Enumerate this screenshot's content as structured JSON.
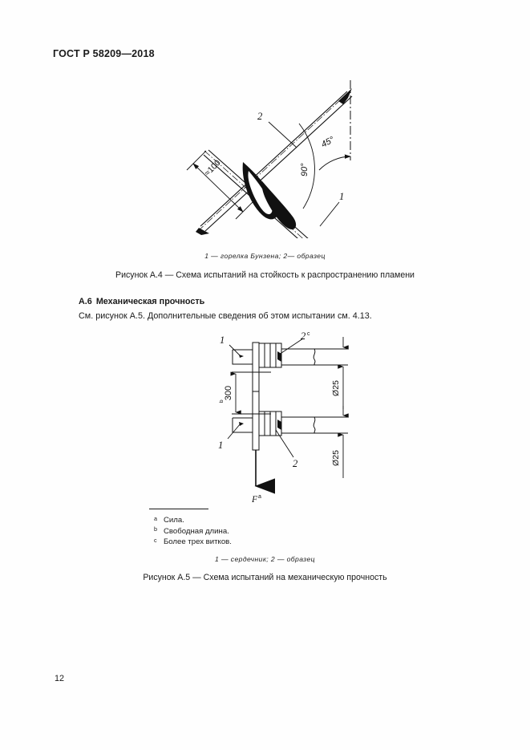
{
  "document": {
    "header": "ГОСТ Р 58209—2018",
    "page_number": "12"
  },
  "figure_a4": {
    "legend": "1 — горелка Бунзена; 2— образец",
    "caption": "Рисунок А.4 — Схема испытаний на стойкость к распространению пламени",
    "annotations": {
      "item_2": "2",
      "item_1": "1",
      "angle_45": "45°",
      "angle_90": "90°",
      "length": "≈100"
    }
  },
  "section_a6": {
    "number": "А.6",
    "title": "Механическая прочность",
    "body": "См. рисунок А.5. Дополнительные сведения об этом испытании см. 4.13."
  },
  "figure_a5": {
    "legend": "1 — сердечник; 2 — образец",
    "caption": "Рисунок А.5 — Схема испытаний на механическую прочность",
    "annotations": {
      "item_1_top": "1",
      "item_2_top": "2",
      "item_2_top_sup": "c",
      "item_1_bottom": "1",
      "item_2_bottom": "2",
      "dim_length": "300",
      "dim_length_sup": "b",
      "dim_dia_top": "Ø25",
      "dim_dia_bottom": "Ø25",
      "force": "F",
      "force_sup": "a"
    }
  },
  "footnotes": [
    {
      "marker": "a",
      "text": "Сила."
    },
    {
      "marker": "b",
      "text": "Свободная длина."
    },
    {
      "marker": "c",
      "text": "Более трех витков."
    }
  ]
}
